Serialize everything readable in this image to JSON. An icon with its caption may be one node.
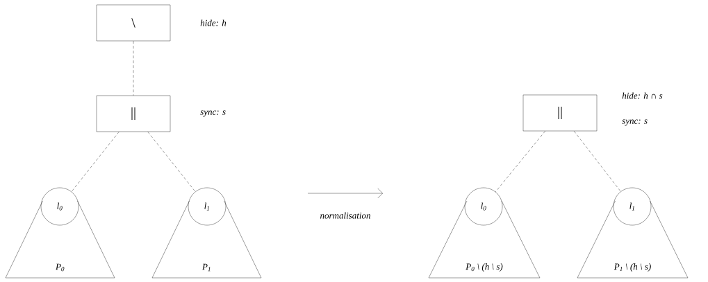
{
  "diagram": {
    "nodes": [
      {
        "text": [
          "\\"
        ],
        "beside": [
          "hide: h"
        ]
      },
      {
        "text": [
          "||"
        ],
        "beside": [
          "sync: s"
        ]
      },
      {
        "text": [
          "l$_{0}$"
        ]
      },
      {
        "text": [
          "P$_{0}$"
        ]
      },
      {
        "text": [
          "l$_{1}$"
        ]
      },
      {
        "text": [
          "P$_{1}$"
        ]
      },
      {
        "text": [
          "||"
        ],
        "beside": [
          "hide: h ∩ s",
          "sync: s"
        ]
      },
      {
        "text": [
          "l$_{0}$"
        ]
      },
      {
        "text": [
          "P$_{0}$ \\ (h \\ s)"
        ]
      },
      {
        "text": [
          "l$_{1}$"
        ]
      },
      {
        "text": [
          "P$_{1}$ \\ (h \\ s)"
        ]
      }
    ],
    "edges": [
      {
        "from": 0,
        "to": 1,
        "arrow": "none",
        "style": "dashed"
      },
      {
        "from": 1,
        "to": 2,
        "arrow": "none",
        "style": "dashed"
      },
      {
        "from": 1,
        "to": 4,
        "arrow": "none",
        "style": "dashed"
      },
      {
        "from": 6,
        "to": 7,
        "arrow": "none",
        "style": "dashed"
      },
      {
        "from": 6,
        "to": 9,
        "arrow": "none",
        "style": "dashed"
      }
    ],
    "labels": [
      "normalisation"
    ]
  }
}
